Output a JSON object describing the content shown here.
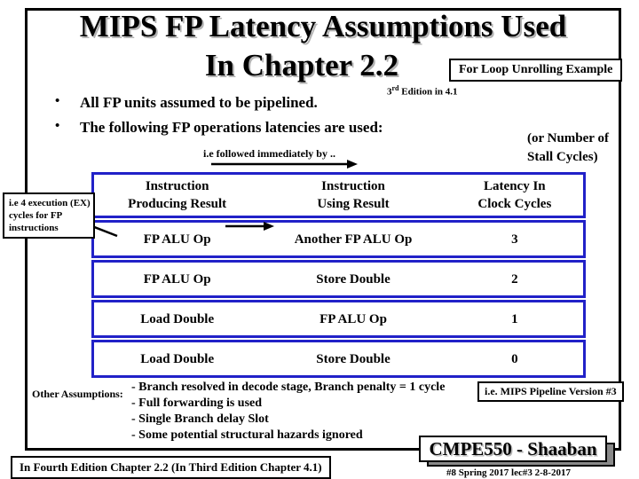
{
  "title": {
    "line1": "MIPS FP Latency Assumptions Used",
    "line2": "In Chapter 2.2",
    "side_note": "For Loop Unrolling Example",
    "edition_note": {
      "num": "3",
      "sup": "rd",
      "rest": " Edition in 4.1"
    }
  },
  "bullets": [
    "All FP units assumed to be pipelined.",
    "The following  FP operations latencies are used:"
  ],
  "notes": {
    "followed": "i.e followed immediately by ..",
    "stall_line1": "(or Number of",
    "stall_line2": "Stall  Cycles)",
    "callout_left": "i.e 4 execution (EX) cycles for FP instructions"
  },
  "table": {
    "columns": [
      {
        "line1": "Instruction",
        "line2": "Producing Result"
      },
      {
        "line1": "Instruction",
        "line2": "Using Result"
      },
      {
        "line1": "Latency In",
        "line2": "Clock Cycles"
      }
    ],
    "rows": [
      {
        "producing": "FP ALU Op",
        "using": "Another FP ALU Op",
        "latency": "3"
      },
      {
        "producing": "FP ALU Op",
        "using": "Store Double",
        "latency": "2"
      },
      {
        "producing": "Load Double",
        "using": "FP ALU Op",
        "latency": "1"
      },
      {
        "producing": "Load Double",
        "using": "Store Double",
        "latency": "0"
      }
    ]
  },
  "assumptions": {
    "label": "Other Assumptions:",
    "items": [
      "- Branch resolved in decode stage,  Branch penalty = 1 cycle",
      "- Full forwarding is used",
      "- Single Branch delay Slot",
      "- Some potential structural hazards ignored"
    ],
    "pipeline_note": "i.e. MIPS Pipeline Version #3"
  },
  "footer": {
    "edition_box": "In Fourth Edition Chapter 2.2 (In Third Edition Chapter 4.1)",
    "course_box": "CMPE550 - Shaaban",
    "meta": "#8   Spring 2017    lec#3   2-8-2017"
  },
  "colors": {
    "table_border": "#2121c8",
    "title_shadow": "#b3b3b3",
    "box_shadow_gray": "#8a8a8a",
    "text": "#000000",
    "background": "#ffffff"
  }
}
